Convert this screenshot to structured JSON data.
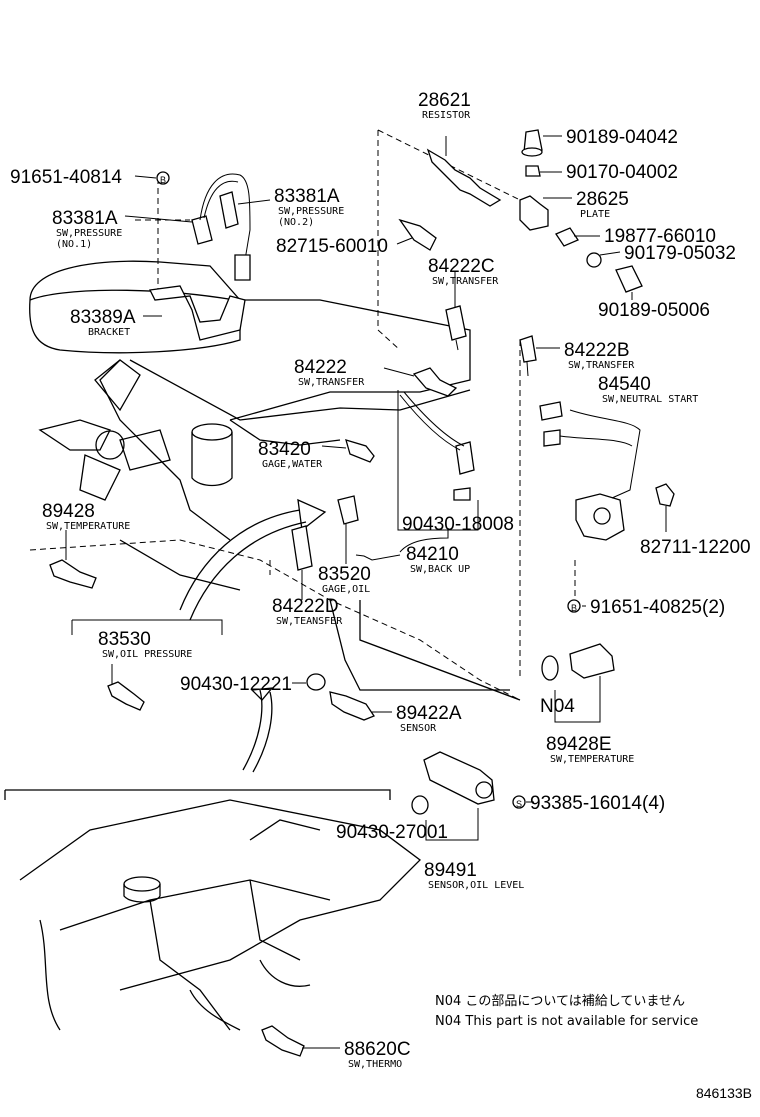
{
  "labels": [
    {
      "id": "p28621",
      "part": "28621",
      "desc": [
        "RESISTOR"
      ]
    },
    {
      "id": "p90189a",
      "part": "90189-04042",
      "desc": []
    },
    {
      "id": "p90170",
      "part": "90170-04002",
      "desc": []
    },
    {
      "id": "p28625",
      "part": "28625",
      "desc": [
        "PLATE"
      ]
    },
    {
      "id": "p19877",
      "part": "19877-66010",
      "desc": []
    },
    {
      "id": "p90179",
      "part": "90179-05032",
      "desc": []
    },
    {
      "id": "p90189b",
      "part": "90189-05006",
      "desc": []
    },
    {
      "id": "p91651a",
      "part": "91651-40814",
      "desc": []
    },
    {
      "id": "p83381A_left",
      "part": "83381A",
      "desc": [
        "SW,PRESSURE",
        "(NO.1)"
      ]
    },
    {
      "id": "p83381A_right",
      "part": "83381A",
      "desc": [
        "SW,PRESSURE",
        "(NO.2)"
      ]
    },
    {
      "id": "p82715",
      "part": "82715-60010",
      "desc": []
    },
    {
      "id": "p84222C",
      "part": "84222C",
      "desc": [
        "SW,TRANSFER"
      ]
    },
    {
      "id": "p83389A",
      "part": "83389A",
      "desc": [
        "BRACKET"
      ]
    },
    {
      "id": "p84222B",
      "part": "84222B",
      "desc": [
        "SW,TRANSFER"
      ]
    },
    {
      "id": "p84540",
      "part": "84540",
      "desc": [
        "SW,NEUTRAL START"
      ]
    },
    {
      "id": "p84222",
      "part": "84222",
      "desc": [
        "SW,TRANSFER"
      ]
    },
    {
      "id": "p83420",
      "part": "83420",
      "desc": [
        "GAGE,WATER"
      ]
    },
    {
      "id": "p89428",
      "part": "89428",
      "desc": [
        "SW,TEMPERATURE"
      ]
    },
    {
      "id": "p90430a",
      "part": "90430-18008",
      "desc": []
    },
    {
      "id": "p84210",
      "part": "84210",
      "desc": [
        "SW,BACK UP"
      ]
    },
    {
      "id": "p83520",
      "part": "83520",
      "desc": [
        "GAGE,OIL"
      ]
    },
    {
      "id": "p82711",
      "part": "82711-12200",
      "desc": []
    },
    {
      "id": "p84222D",
      "part": "84222D",
      "desc": [
        "SW,TEANSFER"
      ]
    },
    {
      "id": "p91651b",
      "part": "91651-40825(2)",
      "desc": []
    },
    {
      "id": "p83530",
      "part": "83530",
      "desc": [
        "SW,OIL PRESSURE"
      ]
    },
    {
      "id": "p90430b",
      "part": "90430-12221",
      "desc": []
    },
    {
      "id": "p89422A",
      "part": "89422A",
      "desc": [
        "SENSOR"
      ]
    },
    {
      "id": "pN04",
      "part": "N04",
      "desc": []
    },
    {
      "id": "p89428E",
      "part": "89428E",
      "desc": [
        "SW,TEMPERATURE"
      ]
    },
    {
      "id": "p93385",
      "part": "93385-16014(4)",
      "desc": []
    },
    {
      "id": "p90430c",
      "part": "90430-27001",
      "desc": []
    },
    {
      "id": "p89491",
      "part": "89491",
      "desc": [
        "SENSOR,OIL LEVEL"
      ]
    },
    {
      "id": "p88620C",
      "part": "88620C",
      "desc": [
        "SW,THERMO"
      ]
    }
  ],
  "markers": {
    "bolt": "B",
    "screw": "S"
  },
  "notes": {
    "jp": "N04 この部品については補給していません",
    "en": "N04 This part is not available for service"
  },
  "diagram_code": "846133B"
}
